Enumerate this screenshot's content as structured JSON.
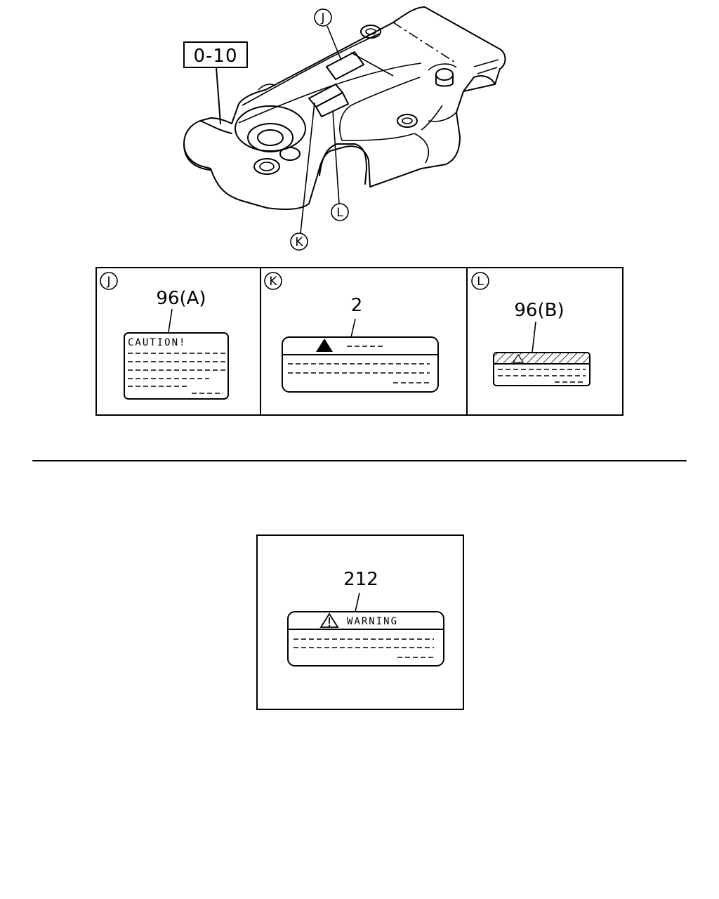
{
  "reference_box": "0-10",
  "callouts": {
    "j": "J",
    "k": "K",
    "l": "L"
  },
  "panels": [
    {
      "letter": "J",
      "part_number": "96(A)",
      "label_text": "CAUTION!"
    },
    {
      "letter": "K",
      "part_number": "2",
      "label_text": ""
    },
    {
      "letter": "L",
      "part_number": "96(B)",
      "label_text": ""
    }
  ],
  "bottom_panel": {
    "part_number": "212",
    "label_text": "WARNING"
  },
  "icons": [
    "warning-triangle-icon"
  ]
}
